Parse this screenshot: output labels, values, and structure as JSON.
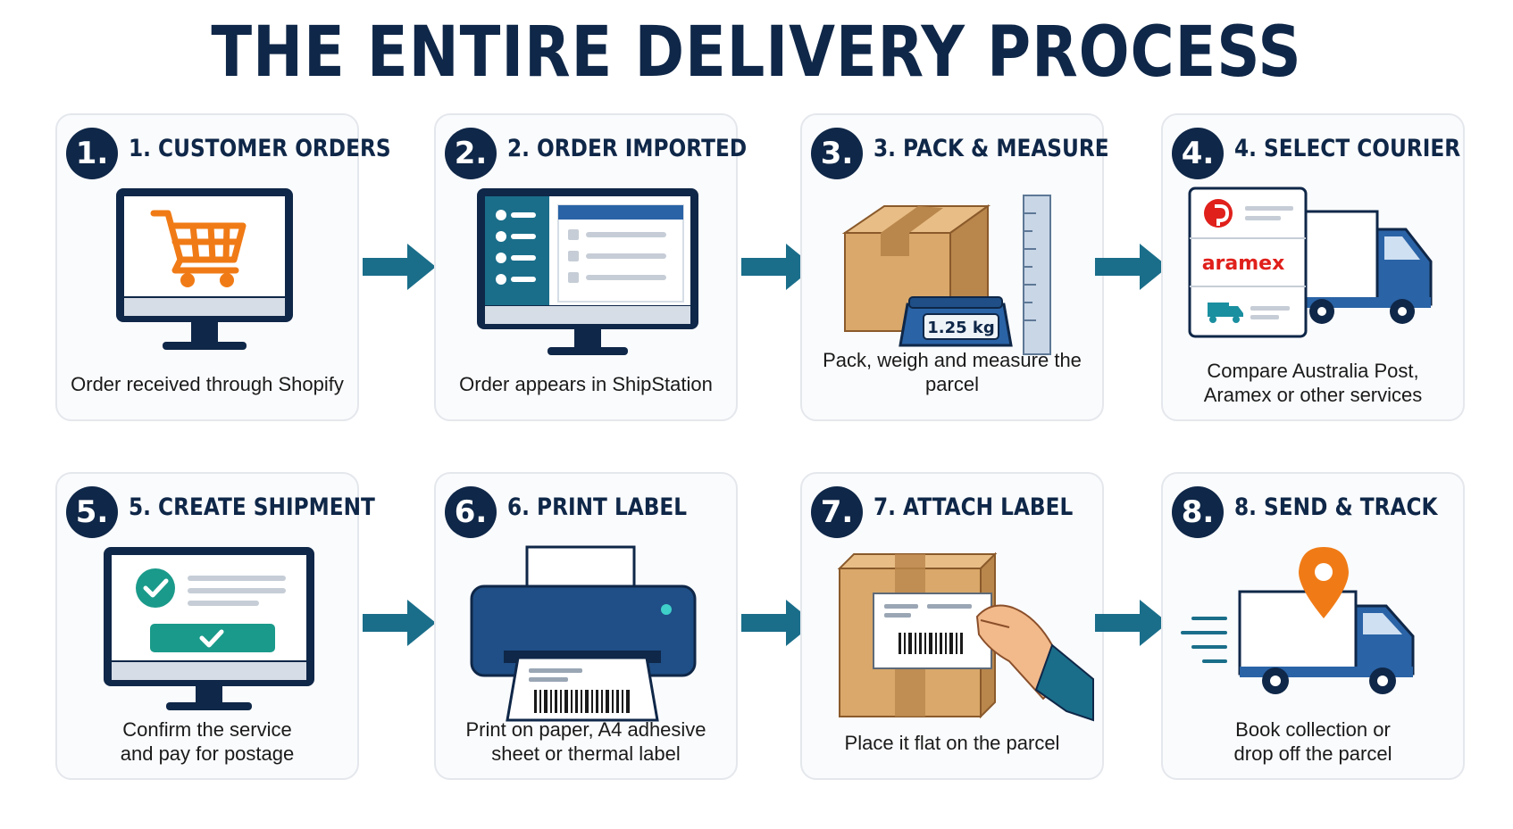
{
  "title": "THE ENTIRE DELIVERY PROCESS",
  "steps": [
    {
      "badge": "1.",
      "title": "1. CUSTOMER ORDERS",
      "caption": [
        "Order received through Shopify"
      ]
    },
    {
      "badge": "2.",
      "title": "2. ORDER IMPORTED",
      "caption": [
        "Order appears in ShipStation"
      ]
    },
    {
      "badge": "3.",
      "title": "3. PACK & MEASURE",
      "caption": [
        "Pack, weigh and measure the parcel"
      ],
      "scale_reading": "1.25 kg"
    },
    {
      "badge": "4.",
      "title": "4. SELECT COURIER",
      "caption": [
        "Compare Australia Post,",
        "Aramex or other services"
      ],
      "courier_brand": "aramex"
    },
    {
      "badge": "5.",
      "title": "5. CREATE SHIPMENT",
      "caption": [
        "Confirm the service",
        "and pay for postage"
      ]
    },
    {
      "badge": "6.",
      "title": "6. PRINT LABEL",
      "caption": [
        "Print on paper, A4 adhesive",
        "sheet or thermal label"
      ]
    },
    {
      "badge": "7.",
      "title": "7. ATTACH LABEL",
      "caption": [
        "Place it flat on the parcel"
      ]
    },
    {
      "badge": "8.",
      "title": "8. SEND & TRACK",
      "caption": [
        "Book collection or",
        "drop off the parcel"
      ]
    }
  ],
  "colors": {
    "navy": "#0f2748",
    "teal": "#1a6e8a",
    "orange": "#f07b16",
    "box": "#d9a86a",
    "truck": "#2a63a6"
  },
  "icons": [
    "cart-icon",
    "monitor-icon",
    "box-icon",
    "scale-icon",
    "truck-icon",
    "check-icon",
    "printer-icon",
    "barcode-icon",
    "hand-icon",
    "location-pin-icon",
    "arrow-right-icon"
  ]
}
